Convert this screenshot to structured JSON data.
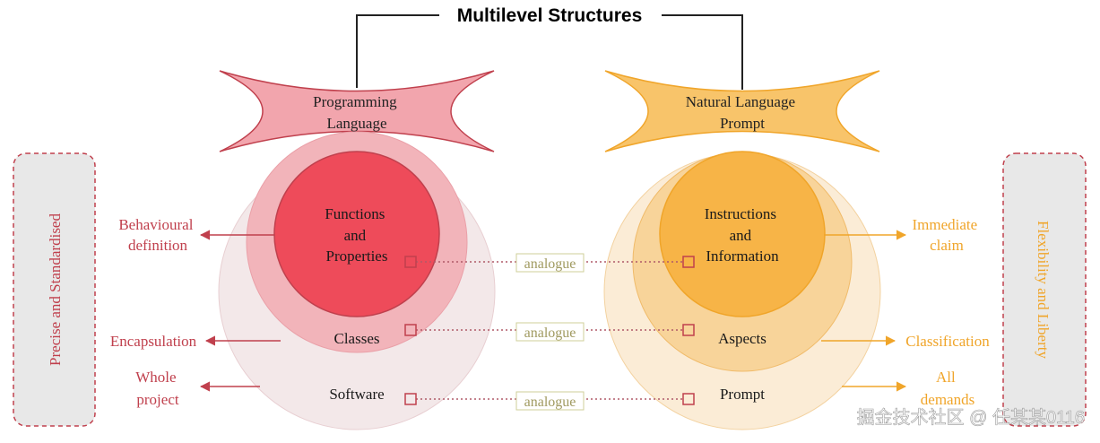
{
  "title": "Multilevel Structures",
  "left_banner": [
    "Programming",
    "Language"
  ],
  "right_banner": [
    "Natural Language",
    "Prompt"
  ],
  "left_side_label": "Precise and Standardised",
  "right_side_label": "Flexibility and Liberty",
  "left_levels": {
    "inner": [
      "Functions",
      "and",
      "Properties"
    ],
    "middle": "Classes",
    "outer": "Software"
  },
  "right_levels": {
    "inner": [
      "Instructions",
      "and",
      "Information"
    ],
    "middle": "Aspects",
    "outer": "Prompt"
  },
  "analogue_labels": [
    "analogue",
    "analogue",
    "analogue"
  ],
  "left_annotations": {
    "inner": [
      "Behavioural",
      "definition"
    ],
    "middle": "Encapsulation",
    "outer": [
      "Whole",
      "project"
    ]
  },
  "right_annotations": {
    "inner": [
      "Immediate",
      "claim"
    ],
    "middle": "Classification",
    "outer": [
      "All",
      "demands"
    ]
  },
  "watermark": "掘金技术社区 @ 任某某0116",
  "colors": {
    "left_accent": "#c0404d",
    "left_inner_fill": "#ee4b5a",
    "left_middle_fill": "#f2b4ba",
    "left_outer_fill": "#f3e8e9",
    "right_accent": "#f0a52a",
    "right_inner_fill": "#f7b447",
    "right_middle_fill": "#f8d49a",
    "right_outer_fill": "#fbecd6",
    "analogue_text": "#a09a60",
    "side_panel_fill": "#e8e8e8"
  }
}
